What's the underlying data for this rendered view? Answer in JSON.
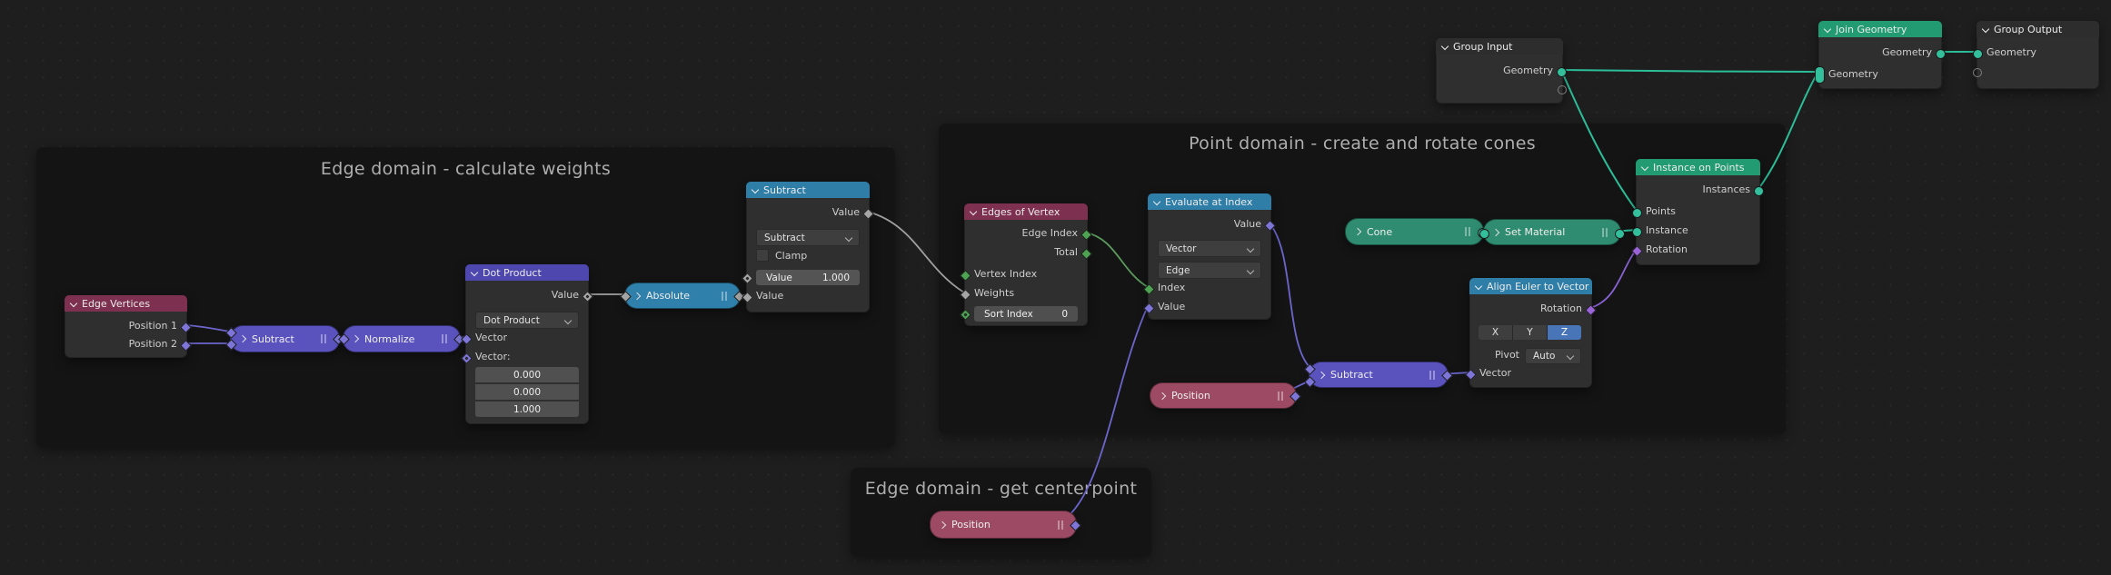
{
  "frames": {
    "edge_weights": {
      "title": "Edge domain - calculate weights"
    },
    "point_cones": {
      "title": "Point domain - create and rotate cones"
    },
    "edge_center": {
      "title": "Edge domain - get centerpoint"
    }
  },
  "nodes": {
    "edge_vertices": {
      "title": "Edge Vertices",
      "out_position_1": "Position 1",
      "out_position_2": "Position 2"
    },
    "subtract_vector_1": {
      "label": "Subtract"
    },
    "normalize": {
      "label": "Normalize"
    },
    "dot_product": {
      "title": "Dot Product",
      "out_value": "Value",
      "operation": "Dot Product",
      "in_vector": "Vector",
      "in_vector_b": "Vector:",
      "vector_x": "0.000",
      "vector_y": "0.000",
      "vector_z": "1.000"
    },
    "absolute": {
      "label": "Absolute"
    },
    "subtract_math": {
      "title": "Subtract",
      "out_value": "Value",
      "operation": "Subtract",
      "clamp": "Clamp",
      "value_label": "Value",
      "value": "1.000",
      "in_value": "Value"
    },
    "edges_of_vertex": {
      "title": "Edges of Vertex",
      "out_edge_index": "Edge Index",
      "out_total": "Total",
      "in_vertex_index": "Vertex Index",
      "in_weights": "Weights",
      "sort_index_label": "Sort Index",
      "sort_index_value": "0"
    },
    "evaluate_at_index": {
      "title": "Evaluate at Index",
      "out_value": "Value",
      "data_type": "Vector",
      "domain": "Edge",
      "in_index": "Index",
      "in_value": "Value"
    },
    "cone": {
      "label": "Cone"
    },
    "set_material": {
      "label": "Set Material"
    },
    "instance_on_points": {
      "title": "Instance on Points",
      "out_instances": "Instances",
      "in_points": "Points",
      "in_instance": "Instance",
      "in_rotation": "Rotation"
    },
    "align_euler_to_vector": {
      "title": "Align Euler to Vector",
      "out_rotation": "Rotation",
      "axis_x": "X",
      "axis_y": "Y",
      "axis_z": "Z",
      "pivot_label": "Pivot",
      "pivot_value": "Auto",
      "in_vector": "Vector"
    },
    "position_point": {
      "label": "Position"
    },
    "subtract_vector_2": {
      "label": "Subtract"
    },
    "position_edge": {
      "label": "Position"
    },
    "group_input": {
      "title": "Group Input",
      "out_geometry": "Geometry"
    },
    "join_geometry": {
      "title": "Join Geometry",
      "out_geometry": "Geometry",
      "in_geometry": "Geometry"
    },
    "group_output": {
      "title": "Group Output",
      "in_geometry": "Geometry"
    }
  },
  "colors": {
    "background": "#1e1e1e",
    "frame": "#141414",
    "node_body": "#2f2f2f",
    "header_input_red": "#7e3050",
    "pill_input_red": "#9d4b64",
    "header_vector_purple": "#4e47ae",
    "pill_vector_purple": "#5a53be",
    "header_converter_blue": "#2e7ea8",
    "pill_converter_blue": "#2f81ab",
    "header_geometry_green": "#229b72",
    "pill_geometry_green": "#2f8c70",
    "header_group_gray": "#2d2d2d",
    "socket_vector": "#7d76d8",
    "socket_rotation": "#9a63d8",
    "socket_integer": "#4ea352",
    "socket_float": "#a5a5a5",
    "socket_geometry": "#33bf9c",
    "axis_active_blue": "#4874b8",
    "wire_vector": "#6c66cc",
    "wire_float": "#a0a0a0",
    "wire_integer": "#5c9b5e",
    "wire_geometry": "#2bbe98"
  }
}
